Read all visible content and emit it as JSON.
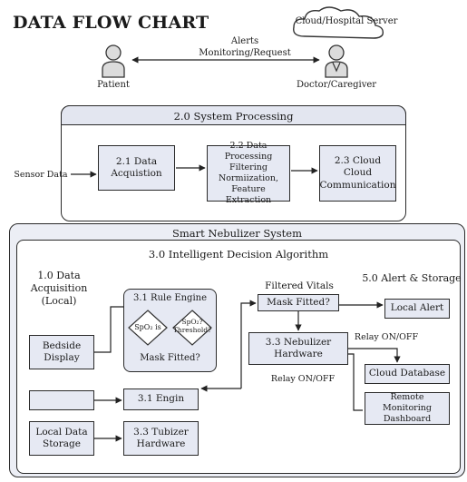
{
  "title": "DATA FLOW CHART",
  "top": {
    "cloud_label": "Cloud/Hospital Server",
    "link_label": "Alerts\nMonitoring/Request",
    "patient_label": "Patient",
    "doctor_label": "Doctor/Caregiver"
  },
  "processing": {
    "title": "2.0 System Processing",
    "sensor_label": "Sensor Data",
    "box1": "2.1 Data\nAcquistion",
    "box2": "2.2 Data Processing\nFiltering\nNormiization,\nFeature Extraction",
    "box3": "2.3 Cloud\nCloud\nCommunication"
  },
  "nebulizer": {
    "title": "Smart Nebulizer System",
    "algo_title": "3.0 Intelligent Decision Algorithm",
    "acq_label": "1.0 Data\nAcquisition\n(Local)",
    "rule_engine_title": "3.1 Rule Engine",
    "diamond1": "SpO₂ is",
    "diamond2": "SpO₂?\nThreshold?",
    "rule_engine_mask": "Mask Fitted?",
    "bedside": "Bedside\nDisplay",
    "engine_box": "3.1 Engin",
    "local_storage": "Local Data\nStorage",
    "tubizer": "3.3 Tubizer\nHardware",
    "filtered_vitals": "Filtered Vitals",
    "mask_fitted": "Mask Fitted?",
    "nebulizer_hw": "3.3 Nebulizer\nHardware",
    "relay1": "Relay ON/OFF",
    "relay2": "Relay ON/OFF",
    "alert_title": "5.0 Alert & Storage",
    "local_alert": "Local Alert",
    "cloud_db": "Cloud Database",
    "remote_dashboard": "Remote Monitoring\nDashboard"
  }
}
